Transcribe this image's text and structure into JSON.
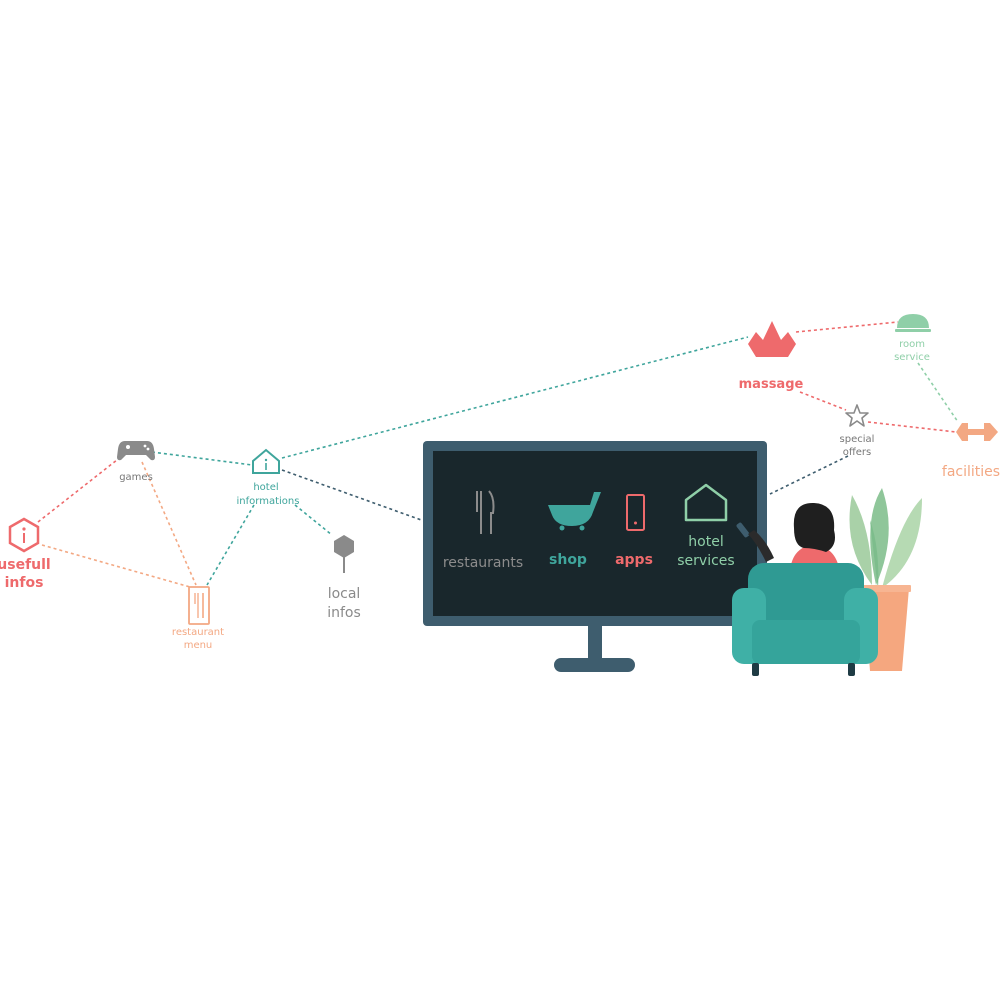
{
  "colors": {
    "coral": "#ee6a6c",
    "peach": "#f3a883",
    "teal": "#3fa59c",
    "mint": "#8fcfa8",
    "gray": "#8c8c8c",
    "tv_frame": "#3e5d6e",
    "tv_screen": "#19272c"
  },
  "nodes": {
    "usefull_infos": {
      "line1": "usefull",
      "line2": "infos"
    },
    "games": {
      "label": "games"
    },
    "hotel_informations": {
      "line1": "hotel",
      "line2": "informations"
    },
    "restaurant_menu": {
      "line1": "restaurant",
      "line2": "menu"
    },
    "local_infos": {
      "line1": "local",
      "line2": "infos"
    },
    "massage": {
      "label": "massage"
    },
    "room_service": {
      "line1": "room",
      "line2": "service"
    },
    "special_offers": {
      "line1": "special",
      "line2": "offers"
    },
    "facilities": {
      "label": "facilities"
    }
  },
  "tv_menu": {
    "restaurants": "restaurants",
    "shop": "shop",
    "apps": "apps",
    "hotel_services_line1": "hotel",
    "hotel_services_line2": "services"
  }
}
